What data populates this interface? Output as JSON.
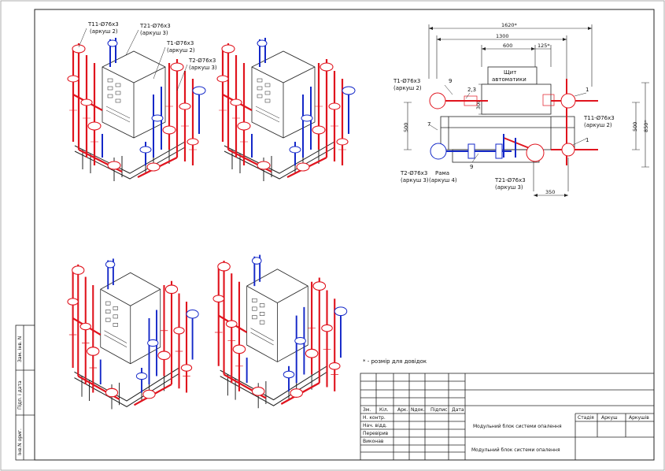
{
  "colors": {
    "supply": "#e0141e",
    "return": "#1428c8",
    "line": "#222222"
  },
  "iso_labels": {
    "t11": "Т11-Ø76х3",
    "t11_sheet": "(аркуш 2)",
    "t21": "Т21-Ø76х3",
    "t21_sheet": "(аркуш 3)",
    "t1": "Т1-Ø76х3",
    "t1_sheet": "(аркуш 2)",
    "t2": "Т2-Ø76х3",
    "t2_sheet": "(аркуш 3)"
  },
  "plan": {
    "dim_total": "1620*",
    "dim_1300": "1300",
    "dim_600": "600",
    "dim_125": "125*",
    "dim_300": "300",
    "dim_500_left": "500",
    "dim_500_right": "500",
    "dim_850": "850*",
    "dim_350": "350",
    "panel_line1": "Щит",
    "panel_line2": "автоматики",
    "callout_9a": "9",
    "callout_23": "2,3",
    "callout_7": "7",
    "callout_9b": "9",
    "callout_1a": "1",
    "callout_1b": "1",
    "t1": "Т1-Ø76х3",
    "t1_sheet": "(аркуш 2)",
    "t11": "Т11-Ø76х3",
    "t11_sheet": "(аркуш 2)",
    "t2": "Т2-Ø76х3",
    "t2_sheet": "(аркуш 3)",
    "frame": "Рама",
    "frame_sheet": "(аркуш 4)",
    "t21": "Т21-Ø76х3",
    "t21_sheet": "(аркуш 3)"
  },
  "note": "* - розмір для довідок",
  "side_stamp": {
    "a": "Зам. інв. N",
    "b": "Підп. і дата",
    "c": "Інв.N ориг."
  },
  "title_block": {
    "headers": [
      "Зм.",
      "Кіл.",
      "Арк.",
      "Nдок.",
      "Підпис",
      "Дата"
    ],
    "roles": [
      "Н. контр.",
      "Нач. відд.",
      "Перевірив",
      "Виконав"
    ],
    "title": "Модульний блок системи опалення",
    "subtitle": "Модульний блок системи опалення",
    "col_stage": "Стадія",
    "col_sheet": "Аркуш",
    "col_sheets": "Аркушів"
  }
}
